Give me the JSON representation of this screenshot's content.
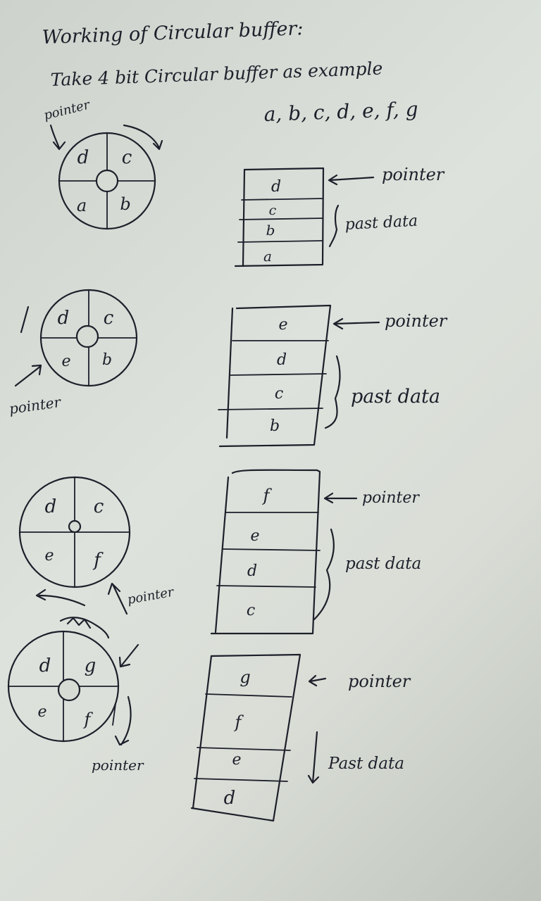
{
  "title": "Working of Circular buffer:",
  "subtitle": "Take 4 bit Circular buffer as example",
  "sequence": "a, b, c, d, e, f, g",
  "pointer_label": "pointer",
  "past_data_label": "past data",
  "stages": [
    {
      "circle": {
        "top_left": "d",
        "top_right": "c",
        "bottom_left": "a",
        "bottom_right": "b"
      },
      "buffer": [
        "d",
        "c",
        "b",
        "a"
      ],
      "buffer_pointer_label": "pointer",
      "buffer_past_label": "past data",
      "circle_pointer_label": "pointer"
    },
    {
      "circle": {
        "top_left": "d",
        "top_right": "c",
        "bottom_left": "e",
        "bottom_right": "b"
      },
      "buffer": [
        "e",
        "d",
        "c",
        "b"
      ],
      "buffer_pointer_label": "pointer",
      "buffer_past_label": "past data",
      "circle_pointer_label": "pointer"
    },
    {
      "circle": {
        "top_left": "d",
        "top_right": "c",
        "bottom_left": "e",
        "bottom_right": "f"
      },
      "buffer": [
        "f",
        "e",
        "d",
        "c"
      ],
      "buffer_pointer_label": "pointer",
      "buffer_past_label": "past data",
      "circle_pointer_label": "pointer"
    },
    {
      "circle": {
        "top_left": "d",
        "top_right": "g",
        "bottom_left": "e",
        "bottom_right": "f"
      },
      "buffer": [
        "g",
        "f",
        "e",
        "d"
      ],
      "buffer_pointer_label": "pointer",
      "buffer_past_label": "Past data",
      "circle_pointer_label": "pointer"
    }
  ]
}
